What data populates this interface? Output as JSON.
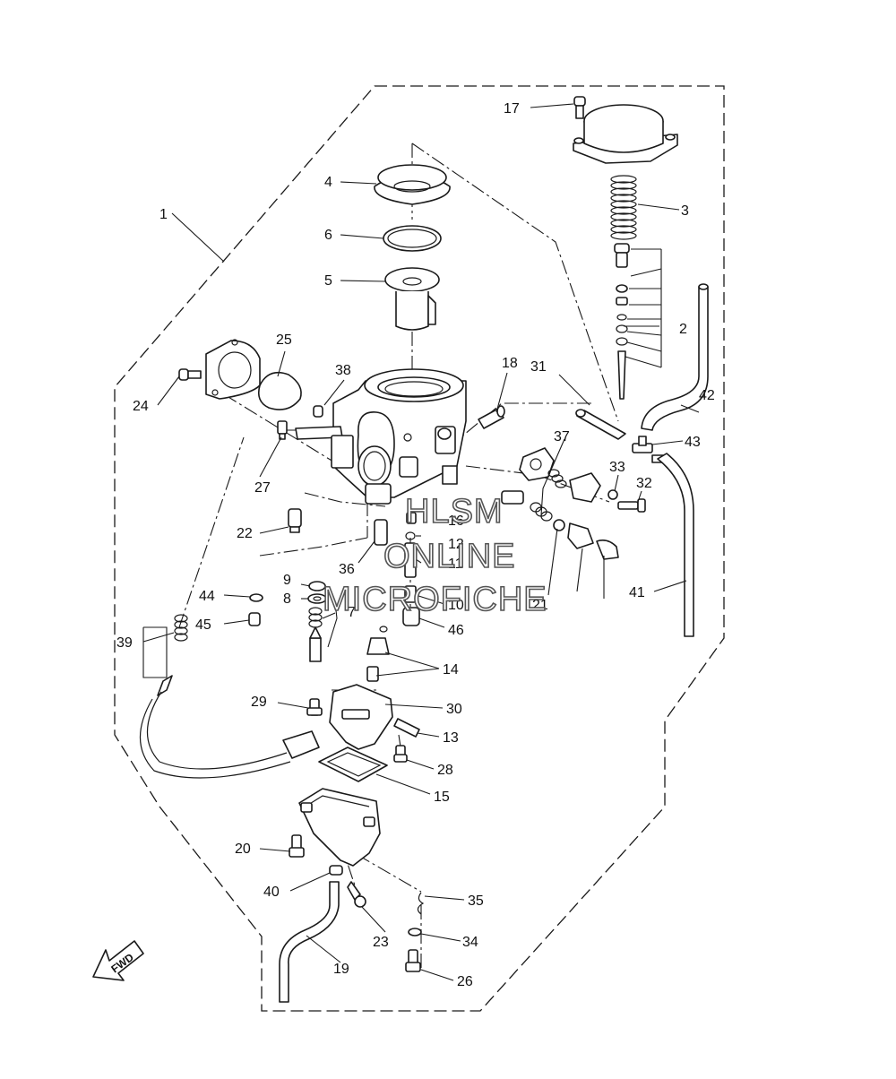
{
  "callouts": [
    "1",
    "2",
    "3",
    "4",
    "5",
    "6",
    "7",
    "8",
    "9",
    "10",
    "11",
    "12",
    "13",
    "14",
    "15",
    "16",
    "17",
    "18",
    "19",
    "20",
    "21",
    "22",
    "23",
    "24",
    "25",
    "26",
    "27",
    "28",
    "29",
    "30",
    "31",
    "32",
    "33",
    "34",
    "35",
    "36",
    "37",
    "38",
    "39",
    "40",
    "41",
    "42",
    "43",
    "44",
    "45",
    "46"
  ],
  "watermark": {
    "line1": "HLSM",
    "line2": "ONLINE",
    "line3": "MICROFICHE"
  },
  "fwd_label": "FWD"
}
